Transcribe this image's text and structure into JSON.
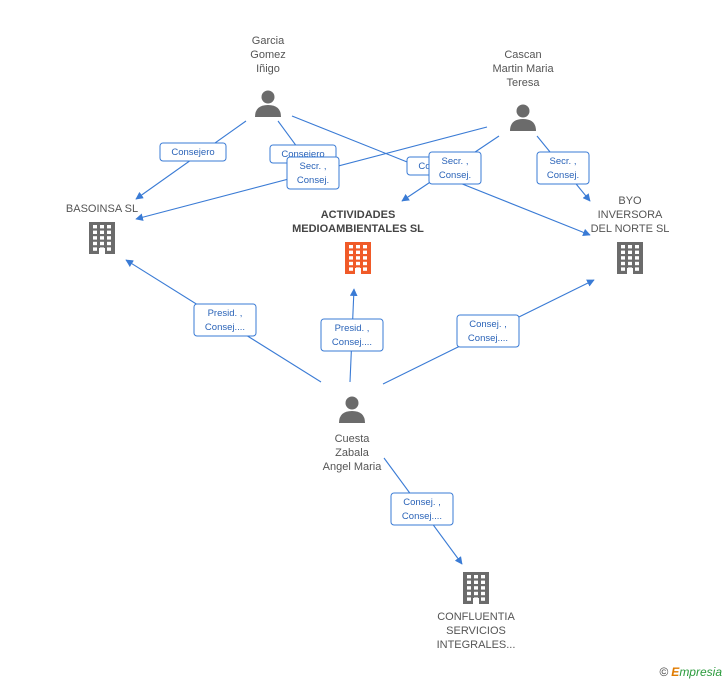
{
  "nodes": [
    {
      "id": "garcia",
      "kind": "person",
      "lines": [
        "Garcia",
        "Gomez",
        "Iñigo"
      ],
      "label_pos": "above"
    },
    {
      "id": "cascan",
      "kind": "person",
      "lines": [
        "Cascan",
        "Martin Maria",
        "Teresa"
      ],
      "label_pos": "above"
    },
    {
      "id": "cuesta",
      "kind": "person",
      "lines": [
        "Cuesta",
        "Zabala",
        "Angel Maria"
      ],
      "label_pos": "below"
    },
    {
      "id": "basoinsa",
      "kind": "company",
      "lines": [
        "BASOINSA SL"
      ],
      "label_pos": "above"
    },
    {
      "id": "actividades",
      "kind": "company-main",
      "lines": [
        "ACTIVIDADES",
        "MEDIOAMBIENTALES SL"
      ],
      "label_pos": "above"
    },
    {
      "id": "byo",
      "kind": "company",
      "lines": [
        "BYO",
        "INVERSORA",
        "DEL NORTE SL"
      ],
      "label_pos": "above"
    },
    {
      "id": "confluentia",
      "kind": "company",
      "lines": [
        "CONFLUENTIA",
        "SERVICIOS",
        "INTEGRALES..."
      ],
      "label_pos": "below"
    }
  ],
  "relations": [
    {
      "id": "garcia-basoinsa",
      "lines": [
        "Consejero"
      ]
    },
    {
      "id": "garcia-actividades",
      "lines": [
        "Consejero"
      ]
    },
    {
      "id": "garcia-byo",
      "lines": [
        "Consejero"
      ]
    },
    {
      "id": "cascan-basoinsa",
      "lines": [
        "Secr. ,",
        "Consej."
      ]
    },
    {
      "id": "cascan-actividades",
      "lines": [
        "Secr. ,",
        "Consej."
      ]
    },
    {
      "id": "cascan-byo",
      "lines": [
        "Secr. ,",
        "Consej."
      ]
    },
    {
      "id": "cuesta-basoinsa",
      "lines": [
        "Presid. ,",
        "Consej...."
      ]
    },
    {
      "id": "cuesta-actividades",
      "lines": [
        "Presid. ,",
        "Consej...."
      ]
    },
    {
      "id": "cuesta-byo",
      "lines": [
        "Consej. ,",
        "Consej...."
      ]
    },
    {
      "id": "cuesta-confluentia",
      "lines": [
        "Consej. ,",
        "Consej...."
      ]
    }
  ],
  "colors": {
    "edge": "#3a7bd5",
    "person_icon": "#6b6b6b",
    "company_icon": "#6b6b6b",
    "main_company_icon": "#f05a28"
  },
  "watermark": {
    "copyright": "©",
    "brand_initial": "E",
    "brand_rest": "mpresia"
  }
}
